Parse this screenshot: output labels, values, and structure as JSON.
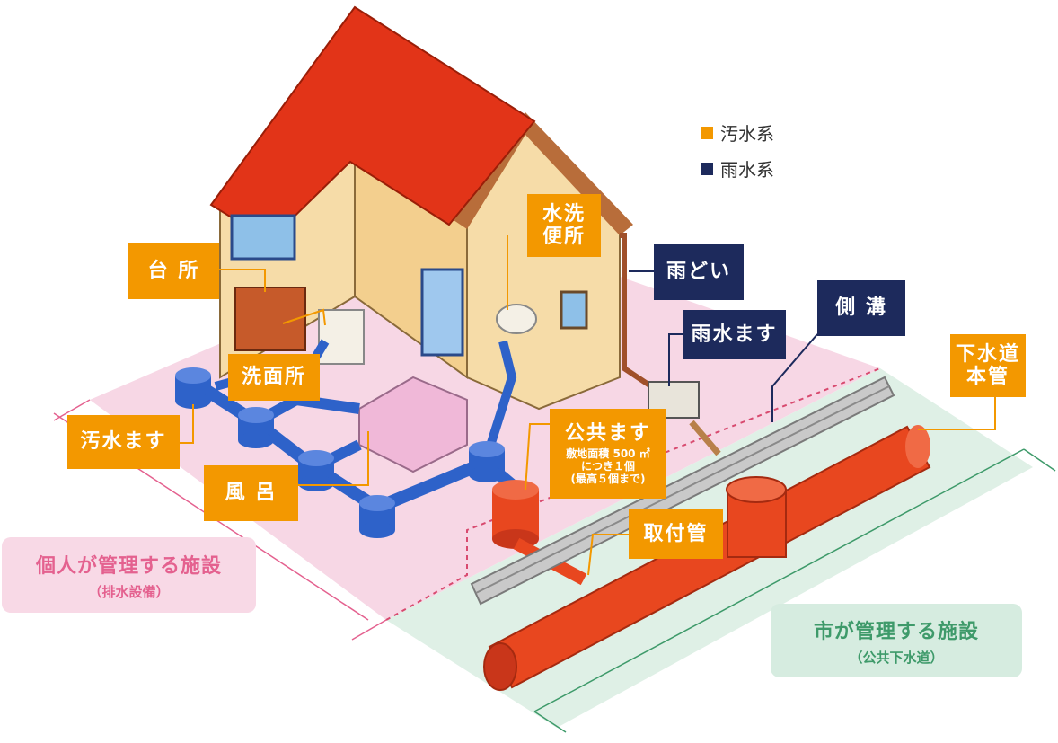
{
  "legend": {
    "sewage": {
      "label": "汚水系",
      "color": "#f39800"
    },
    "rain": {
      "label": "雨水系",
      "color": "#1d2a5c"
    }
  },
  "labels": {
    "kitchen": "台 所",
    "toilet_line1": "水洗",
    "toilet_line2": "便所",
    "washroom": "洗面所",
    "sewage_basin": "汚水ます",
    "bath": "風 呂",
    "public_basin": "公共ます",
    "public_basin_note_1": "敷地面積 500 ㎡",
    "public_basin_note_2": "につき１個",
    "public_basin_note_3": "(最高５個まで)",
    "connection_pipe": "取付管",
    "gutter": "雨どい",
    "rain_basin": "雨水ます",
    "side_ditch": "側 溝",
    "main_pipe_line1": "下水道",
    "main_pipe_line2": "本管"
  },
  "zones": {
    "private": {
      "title": "個人が管理する施設",
      "sub": "（排水設備）",
      "bg": "#f8d9e6",
      "fg": "#e4618f"
    },
    "city": {
      "title": "市が管理する施設",
      "sub": "（公共下水道）",
      "bg": "#d6ece0",
      "fg": "#3e9a6a"
    }
  },
  "colors": {
    "roof": "#e23418",
    "wall": "#f6dca8",
    "private_ground": "#f7d7e5",
    "public_ground": "#dff0e6",
    "pipe_blue": "#2e62c9",
    "pipe_red": "#e8471f"
  }
}
